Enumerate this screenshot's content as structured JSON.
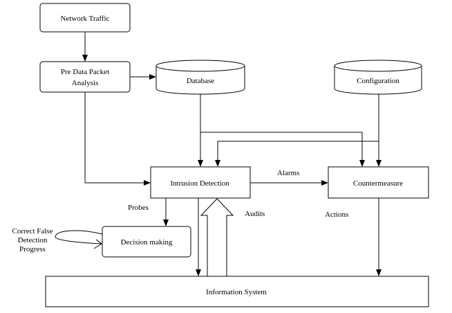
{
  "nodes": {
    "network_traffic": "Network Traffic",
    "pre_data_line1": "Pre Data Packet",
    "pre_data_line2": "Analysis",
    "database": "Database",
    "configuration": "Configuration",
    "intrusion_detection": "Intrusion Detection",
    "countermeasure": "Countermeasure",
    "decision_making": "Decision making",
    "information_system": "Information System"
  },
  "edge_labels": {
    "alarms": "Alarms",
    "probes": "Probes",
    "audits": "Audits",
    "actions": "Actions",
    "correct_false_line1": "Correct False",
    "correct_false_line2": "Detection",
    "correct_false_line3": "Progress"
  }
}
